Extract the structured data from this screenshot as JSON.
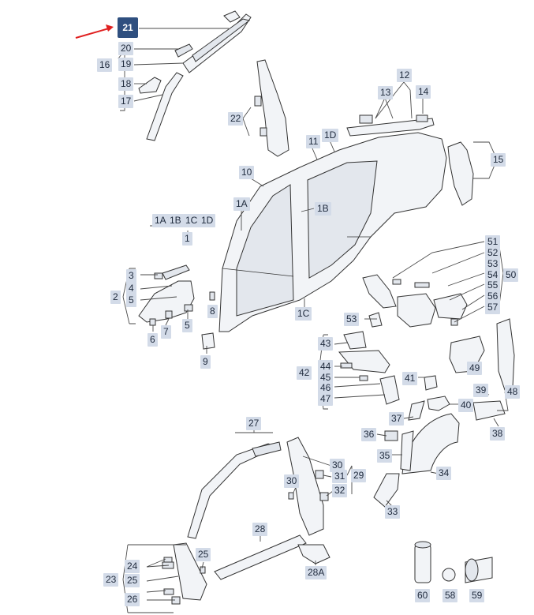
{
  "diagram": {
    "badge": "21",
    "arrow_color": "#e02020",
    "label_bg": "#d3dbe8",
    "badge_bg": "#2f4f7f",
    "callouts": [
      {
        "id": "c20",
        "text": "20"
      },
      {
        "id": "c16",
        "text": "16"
      },
      {
        "id": "c19",
        "text": "19"
      },
      {
        "id": "c18",
        "text": "18"
      },
      {
        "id": "c17",
        "text": "17"
      },
      {
        "id": "c22",
        "text": "22"
      },
      {
        "id": "c12",
        "text": "12"
      },
      {
        "id": "c13",
        "text": "13"
      },
      {
        "id": "c14",
        "text": "14"
      },
      {
        "id": "c11",
        "text": "11"
      },
      {
        "id": "c1D",
        "text": "1D"
      },
      {
        "id": "c15",
        "text": "15"
      },
      {
        "id": "c10",
        "text": "10"
      },
      {
        "id": "c1A",
        "text": "1A"
      },
      {
        "id": "c1B",
        "text": "1B"
      },
      {
        "id": "c1Aa",
        "text": "1A"
      },
      {
        "id": "c1Ba",
        "text": "1B"
      },
      {
        "id": "c1Ca",
        "text": "1C"
      },
      {
        "id": "c1Da",
        "text": "1D"
      },
      {
        "id": "c1",
        "text": "1"
      },
      {
        "id": "c51",
        "text": "51"
      },
      {
        "id": "c52",
        "text": "52"
      },
      {
        "id": "c53",
        "text": "53"
      },
      {
        "id": "c54",
        "text": "54"
      },
      {
        "id": "c50",
        "text": "50"
      },
      {
        "id": "c55",
        "text": "55"
      },
      {
        "id": "c56",
        "text": "56"
      },
      {
        "id": "c57",
        "text": "57"
      },
      {
        "id": "c3",
        "text": "3"
      },
      {
        "id": "c2",
        "text": "2"
      },
      {
        "id": "c4",
        "text": "4"
      },
      {
        "id": "c5a",
        "text": "5"
      },
      {
        "id": "c8",
        "text": "8"
      },
      {
        "id": "c1C",
        "text": "1C"
      },
      {
        "id": "c53b",
        "text": "53"
      },
      {
        "id": "c6",
        "text": "6"
      },
      {
        "id": "c7",
        "text": "7"
      },
      {
        "id": "c5b",
        "text": "5"
      },
      {
        "id": "c9",
        "text": "9"
      },
      {
        "id": "c43",
        "text": "43"
      },
      {
        "id": "c49",
        "text": "49"
      },
      {
        "id": "c44",
        "text": "44"
      },
      {
        "id": "c42",
        "text": "42"
      },
      {
        "id": "c45",
        "text": "45"
      },
      {
        "id": "c41",
        "text": "41"
      },
      {
        "id": "c46",
        "text": "46"
      },
      {
        "id": "c48",
        "text": "48"
      },
      {
        "id": "c47",
        "text": "47"
      },
      {
        "id": "c39",
        "text": "39"
      },
      {
        "id": "c40",
        "text": "40"
      },
      {
        "id": "c37",
        "text": "37"
      },
      {
        "id": "c38",
        "text": "38"
      },
      {
        "id": "c27",
        "text": "27"
      },
      {
        "id": "c36",
        "text": "36"
      },
      {
        "id": "c35",
        "text": "35"
      },
      {
        "id": "c30a",
        "text": "30"
      },
      {
        "id": "c31",
        "text": "31"
      },
      {
        "id": "c29",
        "text": "29"
      },
      {
        "id": "c30b",
        "text": "30"
      },
      {
        "id": "c34",
        "text": "34"
      },
      {
        "id": "c32",
        "text": "32"
      },
      {
        "id": "c33",
        "text": "33"
      },
      {
        "id": "c28",
        "text": "28"
      },
      {
        "id": "c25a",
        "text": "25"
      },
      {
        "id": "c24",
        "text": "24"
      },
      {
        "id": "c28A",
        "text": "28A"
      },
      {
        "id": "c23",
        "text": "23"
      },
      {
        "id": "c25b",
        "text": "25"
      },
      {
        "id": "c26",
        "text": "26"
      },
      {
        "id": "c60",
        "text": "60"
      },
      {
        "id": "c58",
        "text": "58"
      },
      {
        "id": "c59",
        "text": "59"
      }
    ]
  }
}
